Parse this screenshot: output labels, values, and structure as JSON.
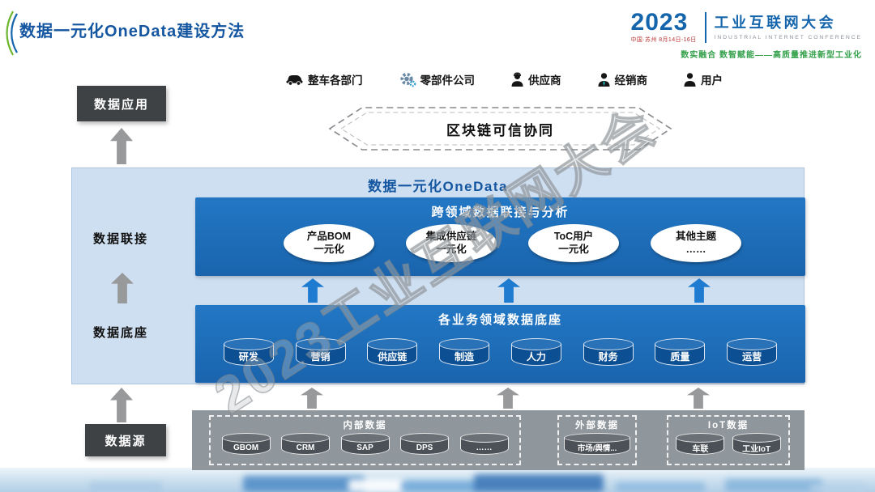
{
  "header": {
    "title": "数据一元化OneData建设方法",
    "logo": {
      "year": "2023",
      "venue": "中国·苏州 8月14日-16日",
      "name": "工业互联网大会",
      "name_en": "INDUSTRIAL INTERNET CONFERENCE",
      "tagline": "数实融合 数智赋能——高质量推进新型工业化"
    }
  },
  "actors": [
    {
      "label": "整车各部门",
      "icon": "car-icon"
    },
    {
      "label": "零部件公司",
      "icon": "gear-icon"
    },
    {
      "label": "供应商",
      "icon": "supplier-person-icon"
    },
    {
      "label": "经销商",
      "icon": "dealer-person-icon"
    },
    {
      "label": "用户",
      "icon": "user-person-icon"
    }
  ],
  "banner": {
    "label": "区块链可信协同"
  },
  "flow": {
    "data_app": "数据应用",
    "data_link": "数据联接",
    "data_base": "数据底座",
    "data_source": "数据源"
  },
  "onedata": {
    "title": "数据一元化OneData",
    "analysis": {
      "title": "跨领域数据联接与分析",
      "items": [
        {
          "line1": "产品BOM",
          "line2": "一元化"
        },
        {
          "line1": "集成供应链",
          "line2": "一元化"
        },
        {
          "line1": "ToC用户",
          "line2": "一元化"
        },
        {
          "line1": "其他主题",
          "line2": "……"
        }
      ]
    },
    "base": {
      "title": "各业务领域数据底座",
      "items": [
        "研发",
        "营销",
        "供应链",
        "制造",
        "人力",
        "财务",
        "质量",
        "运营"
      ]
    }
  },
  "sources": {
    "internal": {
      "title": "内部数据",
      "items": [
        "GBOM",
        "CRM",
        "SAP",
        "DPS",
        "……"
      ]
    },
    "external": {
      "title": "外部数据",
      "items": [
        "市场/舆情..."
      ]
    },
    "iot": {
      "title": "IoT数据",
      "items": [
        "车联",
        "工业IoT"
      ]
    }
  },
  "watermark": {
    "text": "2023工业互联网大会"
  },
  "colors": {
    "title_blue": "#1456a0",
    "panel_light_blue": "#cfdff2",
    "box_blue": "#1d6ab6",
    "cylinder_blue": "#0c4f92",
    "dark_box": "#3f4245",
    "source_gray": "#8f969c",
    "arrow_gray": "#97999b",
    "arrow_blue": "#1e7bd0",
    "logo_green": "#33a04a"
  }
}
